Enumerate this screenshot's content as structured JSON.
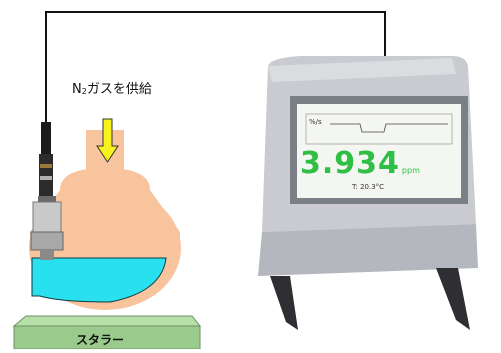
{
  "gas_label": {
    "prefix": "N",
    "subscript": "2",
    "suffix": "ガスを供給"
  },
  "stirrer_label": "スタラー",
  "analyzer": {
    "reading_value": "3.934",
    "reading_unit": "ppm",
    "temperature": "T: 20.3°C",
    "screen_tag": "%/s"
  },
  "colors": {
    "flask": "#f7c49e",
    "liquid": "#29e0ee",
    "stirrer_plate": "#9acb8c",
    "arrow_fill": "#f7f21c",
    "reading": "#2fbf45",
    "cable": "#111111"
  },
  "icons": {
    "gas_flow": "arrow-down-icon"
  }
}
